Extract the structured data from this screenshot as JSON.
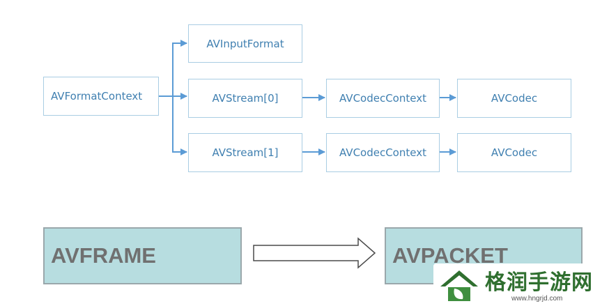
{
  "diagram": {
    "nodes": {
      "format_context": "AVFormatContext",
      "input_format": "AVInputFormat",
      "stream0": "AVStream[0]",
      "stream1": "AVStream[1]",
      "codec_context0": "AVCodecContext",
      "codec_context1": "AVCodecContext",
      "codec0": "AVCodec",
      "codec1": "AVCodec"
    },
    "edges": [
      [
        "format_context",
        "input_format"
      ],
      [
        "format_context",
        "stream0"
      ],
      [
        "format_context",
        "stream1"
      ],
      [
        "stream0",
        "codec_context0"
      ],
      [
        "codec_context0",
        "codec0"
      ],
      [
        "stream1",
        "codec_context1"
      ],
      [
        "codec_context1",
        "codec1"
      ]
    ],
    "line_color": "#5b9bd5",
    "box_border_color": "#a9cde3",
    "text_color": "#3f7fb0"
  },
  "conversion": {
    "from": "AVFRAME",
    "to": "AVPACKET",
    "fill_color": "#b7dde0",
    "text_color": "#707070"
  },
  "watermark": {
    "title": "格润手游网",
    "url": "www.hngrjd.com"
  }
}
